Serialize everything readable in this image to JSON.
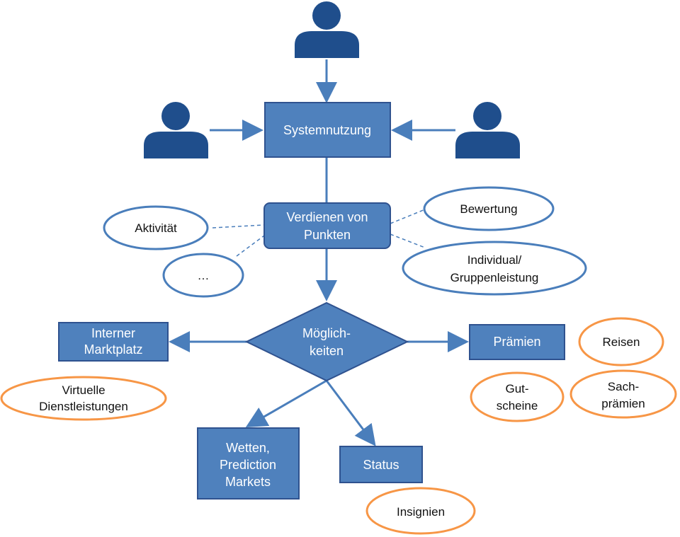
{
  "colors": {
    "box_fill": "#4f81bd",
    "box_stroke": "#2f528f",
    "line": "#4a7ebb",
    "person": "#1f4e8c",
    "ellipse_blue": "#4a7ebb",
    "ellipse_orange": "#f79646"
  },
  "nodes": {
    "systemnutzung": "Systemnutzung",
    "punkte_line1": "Verdienen von",
    "punkte_line2": "Punkten",
    "moeglich_line1": "Möglich-",
    "moeglich_line2": "keiten",
    "marktplatz_line1": "Interner",
    "marktplatz_line2": "Marktplatz",
    "praemien": "Prämien",
    "wetten_line1": "Wetten,",
    "wetten_line2": "Prediction",
    "wetten_line3": "Markets",
    "status": "Status"
  },
  "ellipses": {
    "aktivitaet": "Aktivität",
    "dots": "…",
    "bewertung": "Bewertung",
    "individual_line1": "Individual/",
    "individual_line2": "Gruppenleistung",
    "virtuelle_line1": "Virtuelle",
    "virtuelle_line2": "Dienstleistungen",
    "reisen": "Reisen",
    "gutscheine_line1": "Gut-",
    "gutscheine_line2": "scheine",
    "sachpraemien_line1": "Sach-",
    "sachpraemien_line2": "prämien",
    "insignien": "Insignien"
  },
  "icons": {
    "user_top": "user-icon",
    "user_left": "user-icon",
    "user_right": "user-icon"
  }
}
